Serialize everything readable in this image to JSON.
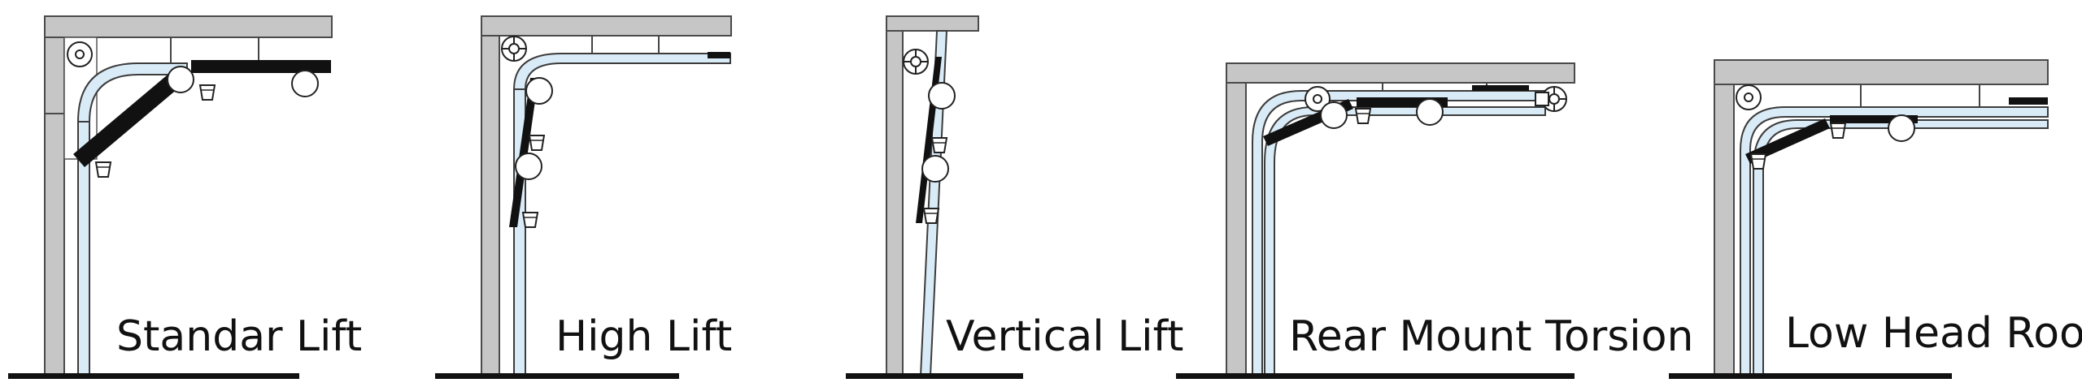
{
  "panels": [
    {
      "id": "standard",
      "label": "Standar Lift"
    },
    {
      "id": "high",
      "label": "High Lift"
    },
    {
      "id": "vertical",
      "label": "Vertical Lift"
    },
    {
      "id": "rear",
      "label": "Rear Mount Torsion"
    },
    {
      "id": "low",
      "label": "Low Head Room"
    }
  ],
  "colors": {
    "wall": "#c6c6c6",
    "wall_stroke": "#4a4a4a",
    "track": "#d9ebf7",
    "track_stroke": "#3c3c3c",
    "door": "#111111",
    "ground": "#111111"
  }
}
